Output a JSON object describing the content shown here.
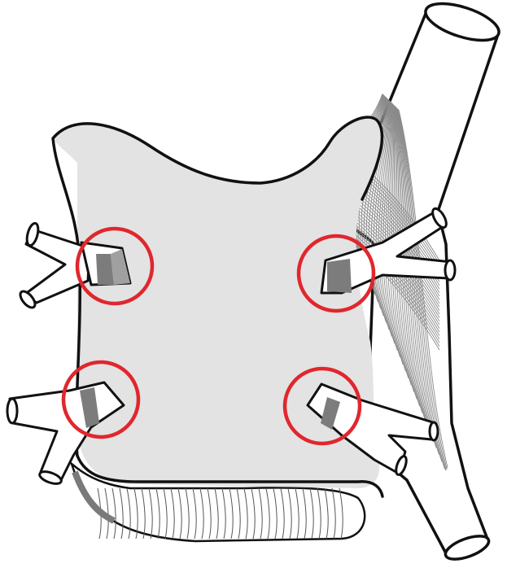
{
  "diagram": {
    "subject": "anatomical-illustration",
    "colors": {
      "outline": "#111111",
      "tissue_fill": "#e3e3e3",
      "vessel_fill": "#ffffff",
      "fiber_stroke": "#8a8a8a",
      "vein_band": "#7c7c7c",
      "highlight_ring": "#e0272d"
    },
    "highlights": [
      {
        "id": "upper-left"
      },
      {
        "id": "upper-right"
      },
      {
        "id": "lower-left"
      },
      {
        "id": "lower-right"
      }
    ]
  }
}
